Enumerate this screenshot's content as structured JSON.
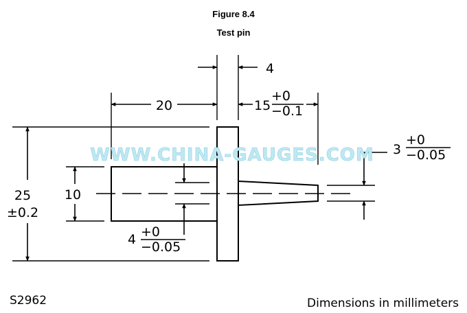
{
  "figure": {
    "title": "Figure 8.4",
    "subtitle": "Test pin"
  },
  "dimensions": {
    "flange_thickness": "4",
    "shank_length": "20",
    "tip_length": {
      "nominal": "15",
      "upper": "+0",
      "lower": "−0.1"
    },
    "flange_height": {
      "nominal": "25",
      "tolerance": "±0.2"
    },
    "shank_diameter": "10",
    "bore": {
      "nominal": "4",
      "upper": "+0",
      "lower": "−0.05"
    },
    "tip_diameter": {
      "nominal": "3",
      "upper": "+0",
      "lower": "−0.05"
    }
  },
  "watermark": "WWW.CHINA-GAUGES.COM",
  "footer": {
    "code": "S2962",
    "note": "Dimensions in millimeters"
  }
}
